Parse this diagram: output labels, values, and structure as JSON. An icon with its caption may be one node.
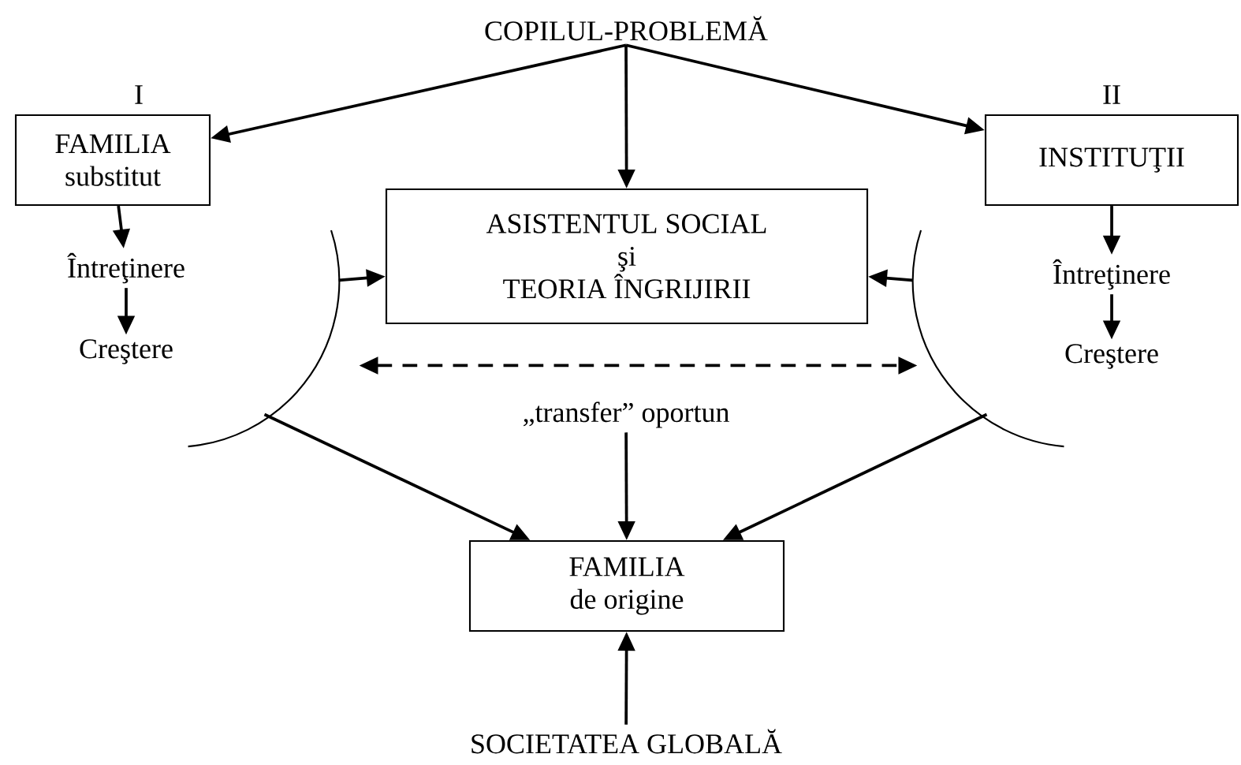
{
  "diagram": {
    "nodes": [
      {
        "text": [
          "COPILUL-PROBLEMĂ"
        ]
      },
      {
        "text": [
          "FAMILIA",
          "substitut"
        ],
        "beside": [
          "I"
        ]
      },
      {
        "text": [
          "Întreţinere"
        ]
      },
      {
        "text": [
          "Creştere"
        ]
      },
      {
        "text": [
          "ASISTENTUL SOCIAL",
          "şi",
          "TEORIA ÎNGRIJIRII"
        ]
      },
      {
        "text": [
          "INSTITUŢII"
        ],
        "beside": [
          "II"
        ]
      },
      {
        "text": [
          "Întreţinere"
        ]
      },
      {
        "text": [
          "Creştere"
        ]
      },
      {
        "text": [],
        "shape": "arc"
      },
      {
        "text": [],
        "shape": "arc"
      },
      {
        "text": [
          "„transfer” oportun"
        ]
      },
      {
        "text": [
          "FAMILIA",
          "de origine"
        ]
      },
      {
        "text": [
          "SOCIETATEA GLOBALĂ"
        ]
      }
    ],
    "edges": [
      {
        "from": 0,
        "to": 1,
        "arrow": "to"
      },
      {
        "from": 0,
        "to": 4,
        "arrow": "to"
      },
      {
        "from": 0,
        "to": 5,
        "arrow": "to"
      },
      {
        "from": 1,
        "to": 2,
        "arrow": "to"
      },
      {
        "from": 2,
        "to": 3,
        "arrow": "to"
      },
      {
        "from": 5,
        "to": 6,
        "arrow": "to"
      },
      {
        "from": 6,
        "to": 7,
        "arrow": "to"
      },
      {
        "from": 8,
        "to": 4,
        "arrow": "to"
      },
      {
        "from": 9,
        "to": 4,
        "arrow": "to"
      },
      {
        "from": 8,
        "to": 9,
        "arrow": "both",
        "style": "dashed"
      },
      {
        "from": 8,
        "to": 11,
        "arrow": "to"
      },
      {
        "from": 9,
        "to": 11,
        "arrow": "to"
      },
      {
        "from": 10,
        "to": 11,
        "arrow": "to"
      },
      {
        "from": 12,
        "to": 11,
        "arrow": "to"
      }
    ]
  }
}
